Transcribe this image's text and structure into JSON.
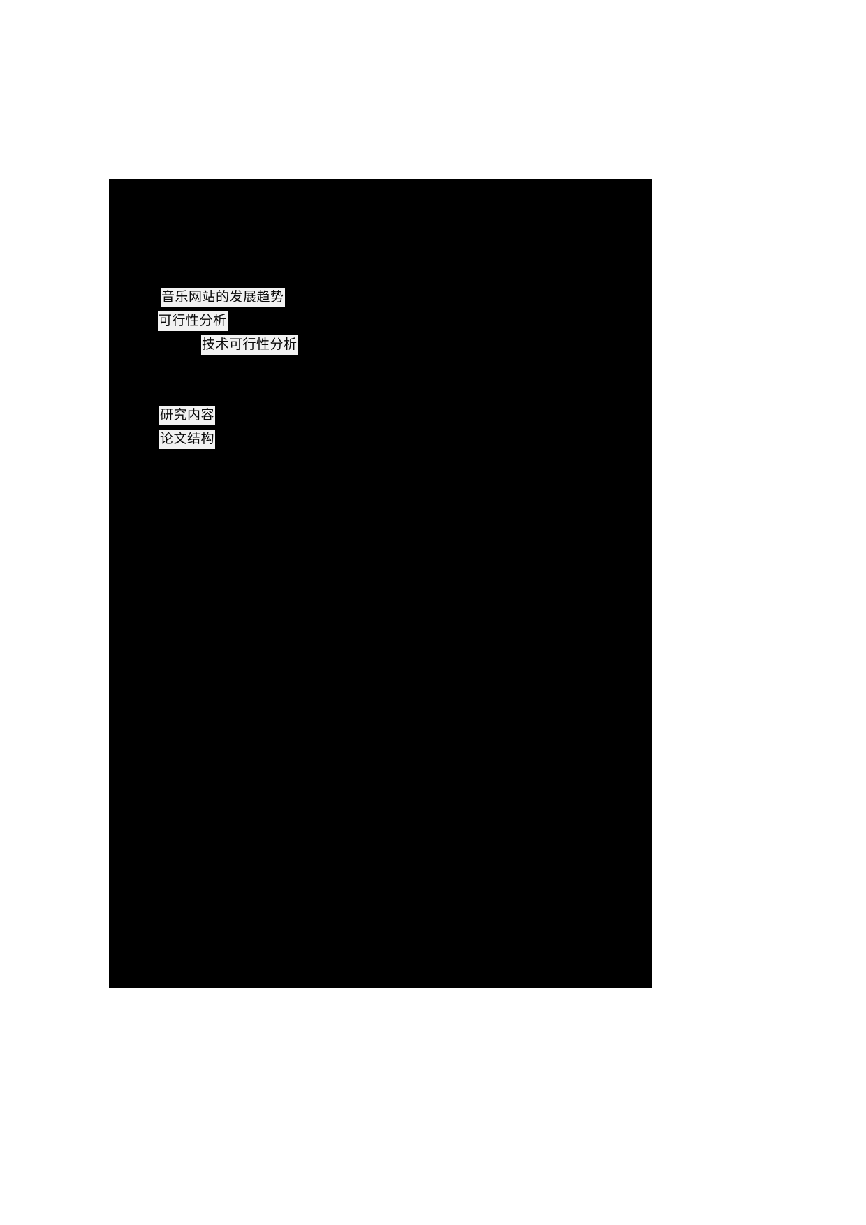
{
  "document": {
    "page_background": "#ffffff",
    "block_background": "#000000",
    "highlight_background": "#f2f2f2",
    "text_color": "#0a0a0a",
    "outline_lines": [
      {
        "text": "音乐网站的发展趋势",
        "indent_level": 1
      },
      {
        "text": "可行性分析",
        "indent_level": 1
      },
      {
        "text": "技术可行性分析",
        "indent_level": 2
      },
      {
        "text": "研究内容",
        "indent_level": 1
      },
      {
        "text": "论文结构",
        "indent_level": 1
      }
    ]
  }
}
